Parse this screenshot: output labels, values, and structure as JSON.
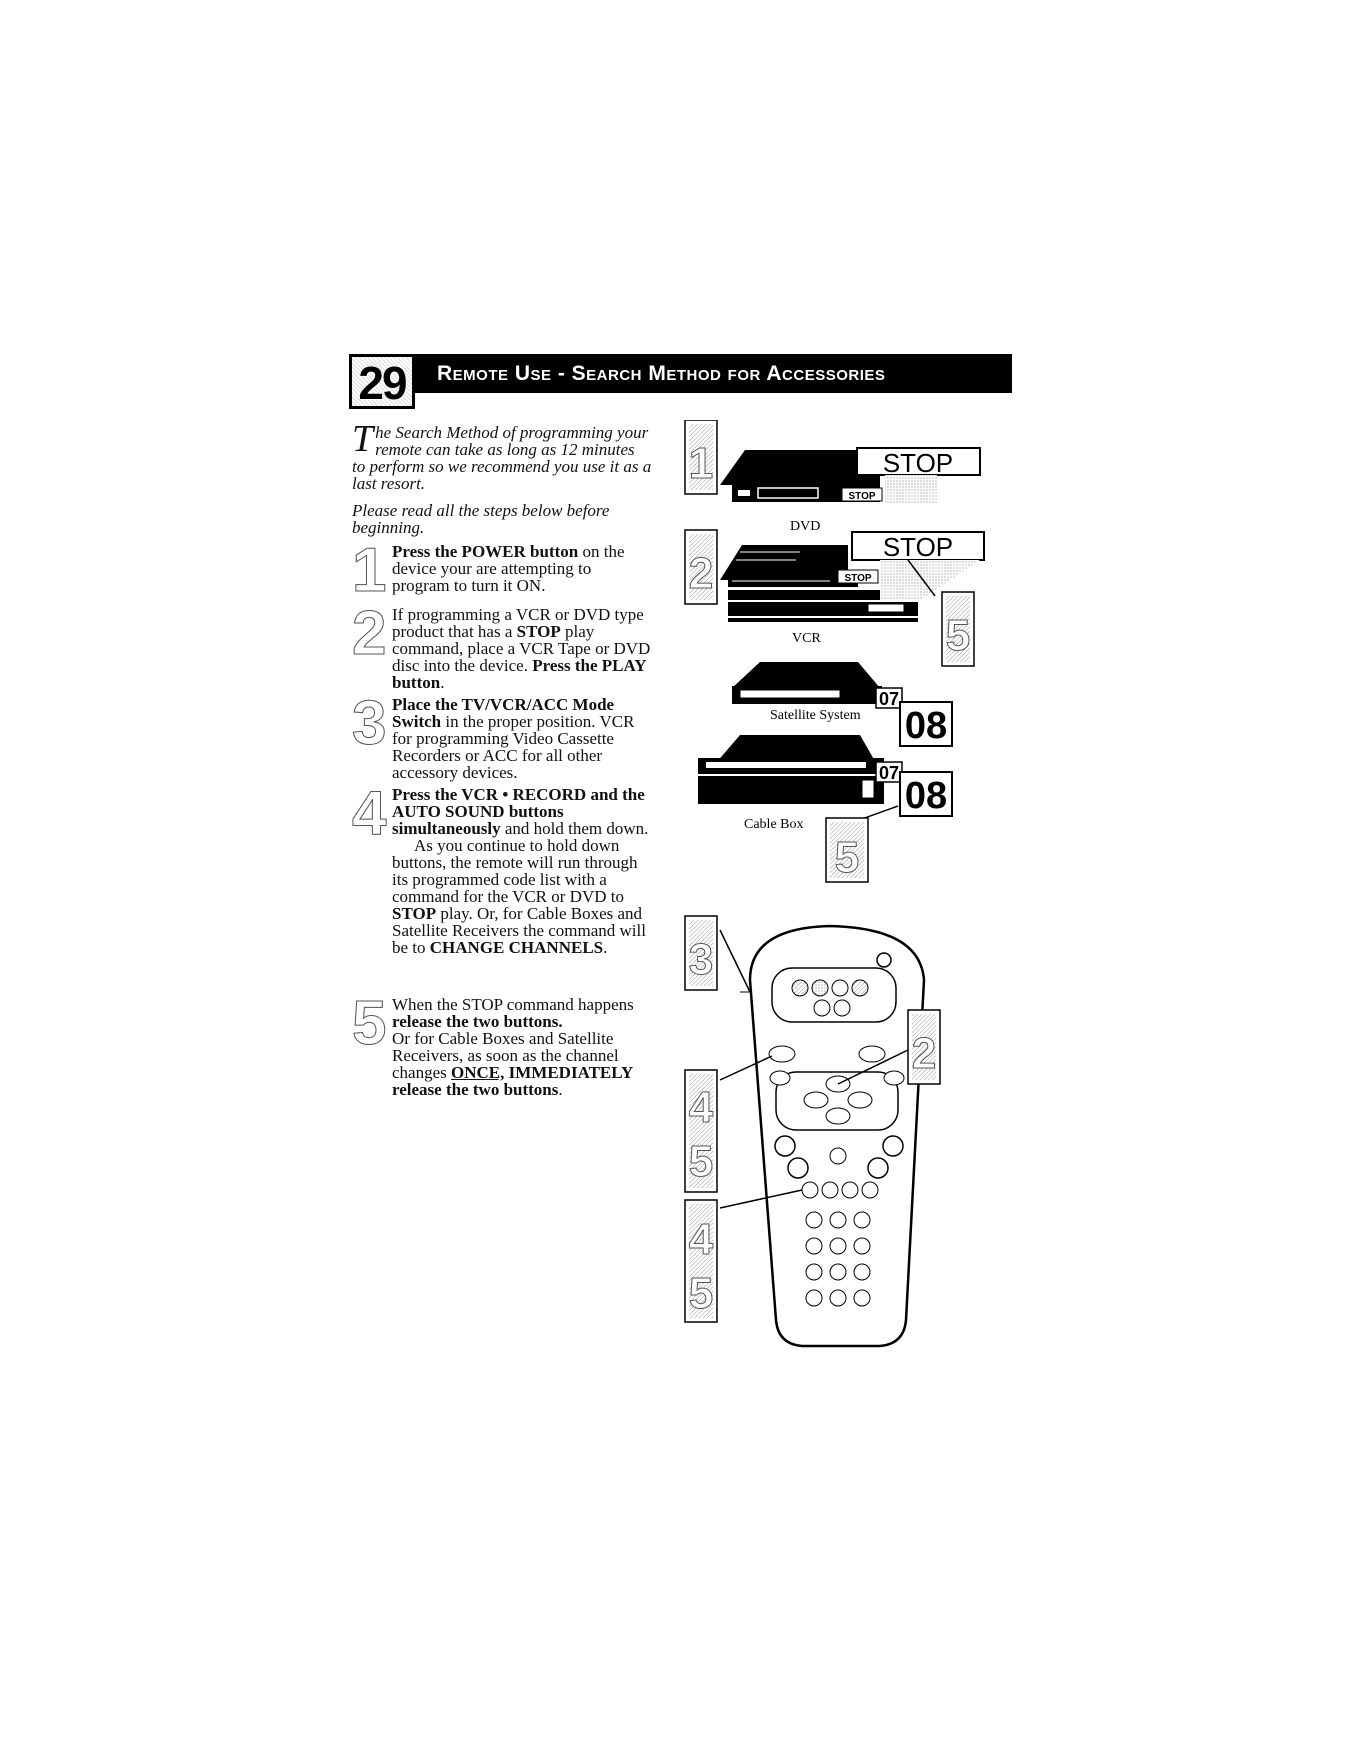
{
  "header": {
    "page_number": "29",
    "title": "Remote Use - Search Method for Accessories"
  },
  "intro": {
    "dropcap": "T",
    "paragraph1": "he Search Method of programming your remote can take as long as 12 minutes to perform so we recommend you use it as a last resort.",
    "paragraph2": "Please read all the steps below before beginning."
  },
  "steps": [
    {
      "number": "1",
      "bold1": "Press the POWER button",
      "text1": " on the device your are attempting to program to turn it ON."
    },
    {
      "number": "2",
      "text1": "If programming a VCR or DVD type product that has a ",
      "bold1": "STOP",
      "text2": " play command, place a VCR Tape or DVD disc into the device. ",
      "bold2": "Press the PLAY button",
      "text3": "."
    },
    {
      "number": "3",
      "bold1": "Place the TV/VCR/ACC Mode Switch",
      "text1": " in the proper position. VCR for programming Video Cassette Recorders or ACC for all other accessory devices."
    },
    {
      "number": "4",
      "bold1": "Press the VCR • RECORD and the AUTO SOUND buttons simultaneously",
      "text1": " and hold them down.",
      "text2": "As you continue to hold down buttons, the remote will run through its programmed code list with a command for the VCR or DVD to ",
      "bold2": "STOP",
      "text3": " play. Or, for Cable Boxes and Satellite Receivers the command will be to ",
      "bold3": "CHANGE CHANNELS",
      "text4": "."
    },
    {
      "number": "5",
      "text1": "When the STOP command happens ",
      "bold1": "release the two buttons.",
      "text2": "Or for Cable Boxes and Satellite Receivers, as soon as the channel changes ",
      "underline1": "ONCE,",
      "bold2": " IMMEDIATELY release the two buttons",
      "text3": "."
    }
  ],
  "illustrations": {
    "dvd_caption": "DVD",
    "vcr_caption": "VCR",
    "satellite_caption": "Satellite System",
    "cable_caption": "Cable Box",
    "stop_label": "STOP",
    "channel_before": "07",
    "channel_after": "08",
    "callouts": [
      "1",
      "2",
      "5",
      "5",
      "3",
      "2",
      "4",
      "5",
      "4",
      "5"
    ]
  },
  "colors": {
    "header_bg": "#000000",
    "header_text": "#ffffff",
    "ink": "#111111"
  }
}
